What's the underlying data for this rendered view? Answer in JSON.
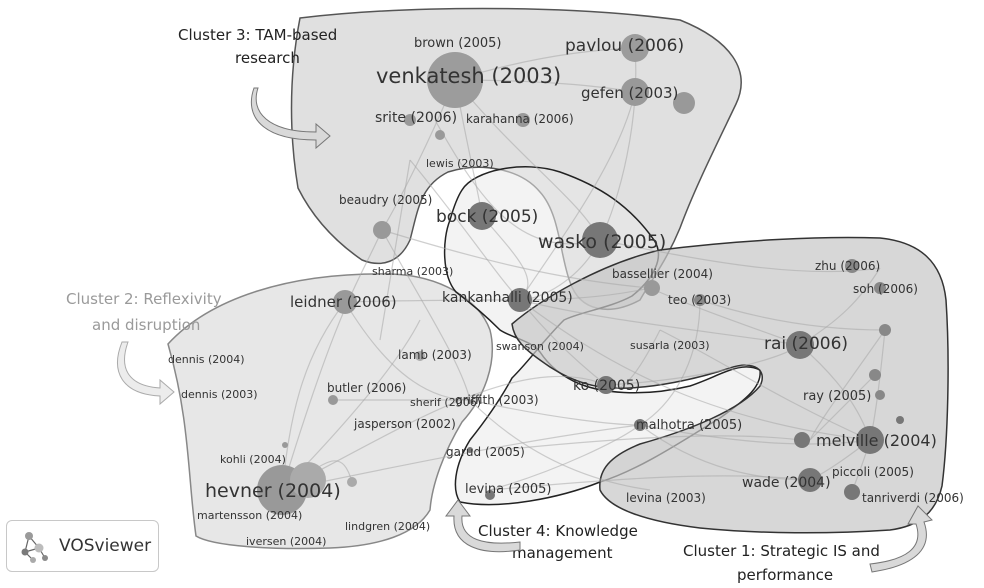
{
  "logo": {
    "text": "VOSviewer",
    "icon": "vosviewer-logo-icon"
  },
  "clusters": [
    {
      "id": "c3",
      "caption_lines": [
        "Cluster 3: TAM-based",
        "research"
      ]
    },
    {
      "id": "c2",
      "caption_lines": [
        "Cluster 2: Reflexivity",
        "and disruption"
      ]
    },
    {
      "id": "c4",
      "caption_lines": [
        "Cluster 4: Knowledge",
        "management"
      ]
    },
    {
      "id": "c1",
      "caption_lines": [
        "Cluster 1: Strategic IS and",
        "performance"
      ]
    }
  ],
  "nodes": [
    {
      "label": "brown (2005)"
    },
    {
      "label": "pavlou (2006)"
    },
    {
      "label": "venkatesh (2003)"
    },
    {
      "label": "gefen (2003)"
    },
    {
      "label": "srite (2006)"
    },
    {
      "label": "karahanna (2006)"
    },
    {
      "label": "lewis (2003)"
    },
    {
      "label": "beaudry (2005)"
    },
    {
      "label": "bock (2005)"
    },
    {
      "label": "wasko (2005)"
    },
    {
      "label": "sharma (2003)"
    },
    {
      "label": "kankanhalli (2005)"
    },
    {
      "label": "bassellier (2004)"
    },
    {
      "label": "zhu (2006)"
    },
    {
      "label": "soh (2006)"
    },
    {
      "label": "teo (2003)"
    },
    {
      "label": "leidner (2006)"
    },
    {
      "label": "rai (2006)"
    },
    {
      "label": "swanson (2004)"
    },
    {
      "label": "susarla (2003)"
    },
    {
      "label": "lamb (2003)"
    },
    {
      "label": "dennis (2004)"
    },
    {
      "label": "dennis (2003)"
    },
    {
      "label": "butler (2006)"
    },
    {
      "label": "ko (2005)"
    },
    {
      "label": "sherif (2006)"
    },
    {
      "label": "griffith (2003)"
    },
    {
      "label": "ray (2005)"
    },
    {
      "label": "jasperson (2002)"
    },
    {
      "label": "malhotra (2005)"
    },
    {
      "label": "melville (2004)"
    },
    {
      "label": "garud (2005)"
    },
    {
      "label": "kohli (2004)"
    },
    {
      "label": "hevner (2004)"
    },
    {
      "label": "piccoli (2005)"
    },
    {
      "label": "wade (2004)"
    },
    {
      "label": "levina (2005)"
    },
    {
      "label": "tanriverdi (2006)"
    },
    {
      "label": "martensson (2004)"
    },
    {
      "label": "levina (2003)"
    },
    {
      "label": "lindgren (2004)"
    },
    {
      "label": "iversen (2004)"
    }
  ]
}
